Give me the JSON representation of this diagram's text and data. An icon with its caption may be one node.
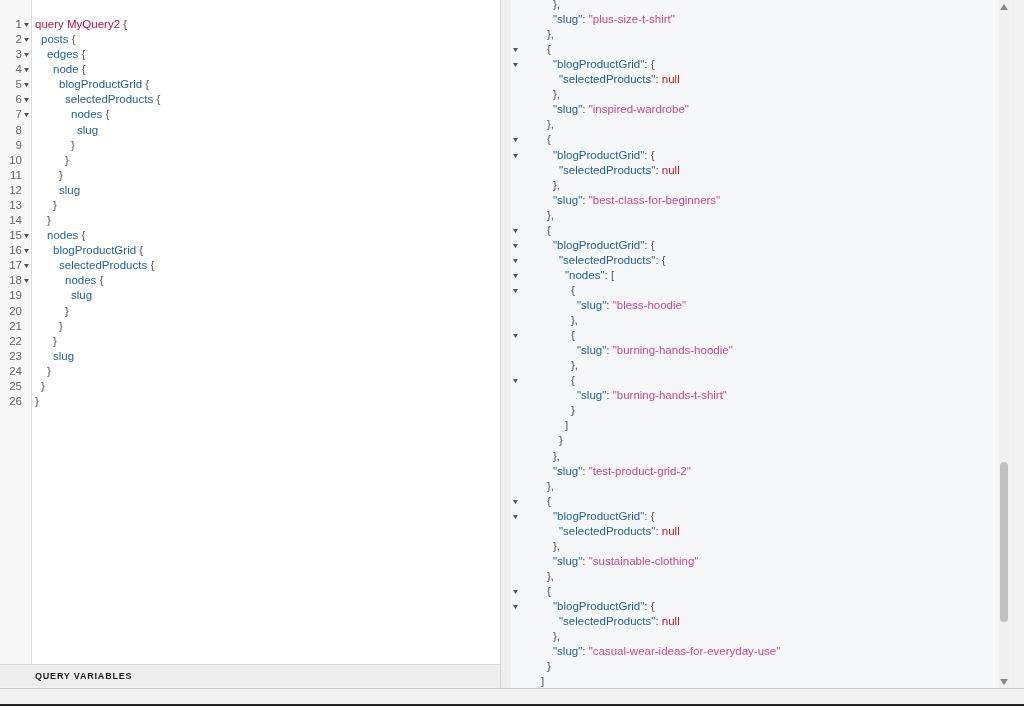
{
  "diagram": {
    "labels": [
      "1",
      "query MyQuery2 {",
      "2",
      "posts {",
      "3",
      "edges {",
      "4",
      "node {",
      "5",
      "blogProductGrid {",
      "6",
      "selectedProducts {",
      "7",
      "nodes {",
      "8",
      "slug",
      "9",
      "}",
      "10",
      "}",
      "11",
      "}",
      "12",
      "slug",
      "13",
      "}",
      "14",
      "}",
      "15",
      "nodes {",
      "16",
      "blogProductGrid {",
      "17",
      "selectedProducts {",
      "18",
      "nodes {",
      "19",
      "slug",
      "20",
      "}",
      "21",
      "}",
      "22",
      "}",
      "23",
      "slug",
      "24",
      "}",
      "25",
      "}",
      "26",
      "}",
      "QUERY VARIABLES",
      "},",
      "\"slug\": \"plus-size-t-shirt\"",
      "},",
      "{",
      "\"blogProductGrid\": {",
      "\"selectedProducts\": null",
      "},",
      "\"slug\": \"inspired-wardrobe\"",
      "},",
      "{",
      "\"blogProductGrid\": {",
      "\"selectedProducts\": null",
      "},",
      "\"slug\": \"best-class-for-beginners\"",
      "},",
      "{",
      "\"blogProductGrid\": {",
      "\"selectedProducts\": {",
      "\"nodes\": [",
      "{",
      "\"slug\": \"bless-hoodie\"",
      "},",
      "{",
      "\"slug\": \"burning-hands-hoodie\"",
      "},",
      "{",
      "\"slug\": \"burning-hands-t-shirt\"",
      "}",
      "]",
      "}",
      "},",
      "\"slug\": \"test-product-grid-2\"",
      "},",
      "{",
      "\"blogProductGrid\": {",
      "\"selectedProducts\": null",
      "},",
      "\"slug\": \"sustainable-clothing\"",
      "},",
      "{",
      "\"blogProductGrid\": {",
      "\"selectedProducts\": null",
      "},",
      "\"slug\": \"casual-wear-ideas-for-everyday-use\"",
      "}",
      "]"
    ]
  }
}
